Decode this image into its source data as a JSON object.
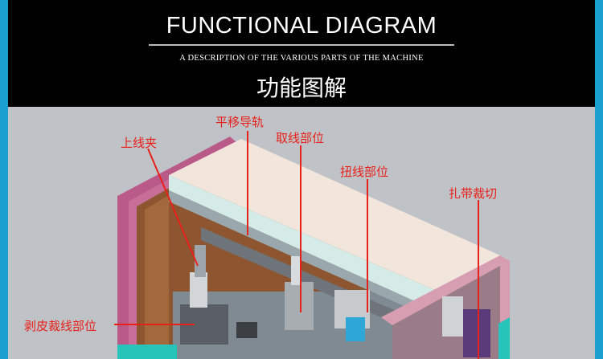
{
  "header": {
    "title": "FUNCTIONAL DIAGRAM",
    "subtitle": "A DESCRIPTION OF THE VARIOUS PARTS OF THE MACHINE",
    "title_cn": "功能图解"
  },
  "callouts": [
    {
      "id": "upper-wire-clamp",
      "label": "上线夹"
    },
    {
      "id": "translation-rail",
      "label": "平移导轨"
    },
    {
      "id": "wire-take-station",
      "label": "取线部位"
    },
    {
      "id": "wire-twist-station",
      "label": "扭线部位"
    },
    {
      "id": "tie-cut",
      "label": "扎带裁切"
    },
    {
      "id": "strip-cut-station",
      "label": "剥皮裁线部位"
    }
  ],
  "colors": {
    "background": "#1aa0cf",
    "header": "#000000",
    "label": "#e8201a",
    "machine_pink": "#b95a88",
    "machine_panel_cream": "#f2e6dc",
    "machine_rail_mint": "#d4ebe8",
    "machine_wood": "#9c5f33",
    "machine_base_teal": "#27c5b9"
  }
}
